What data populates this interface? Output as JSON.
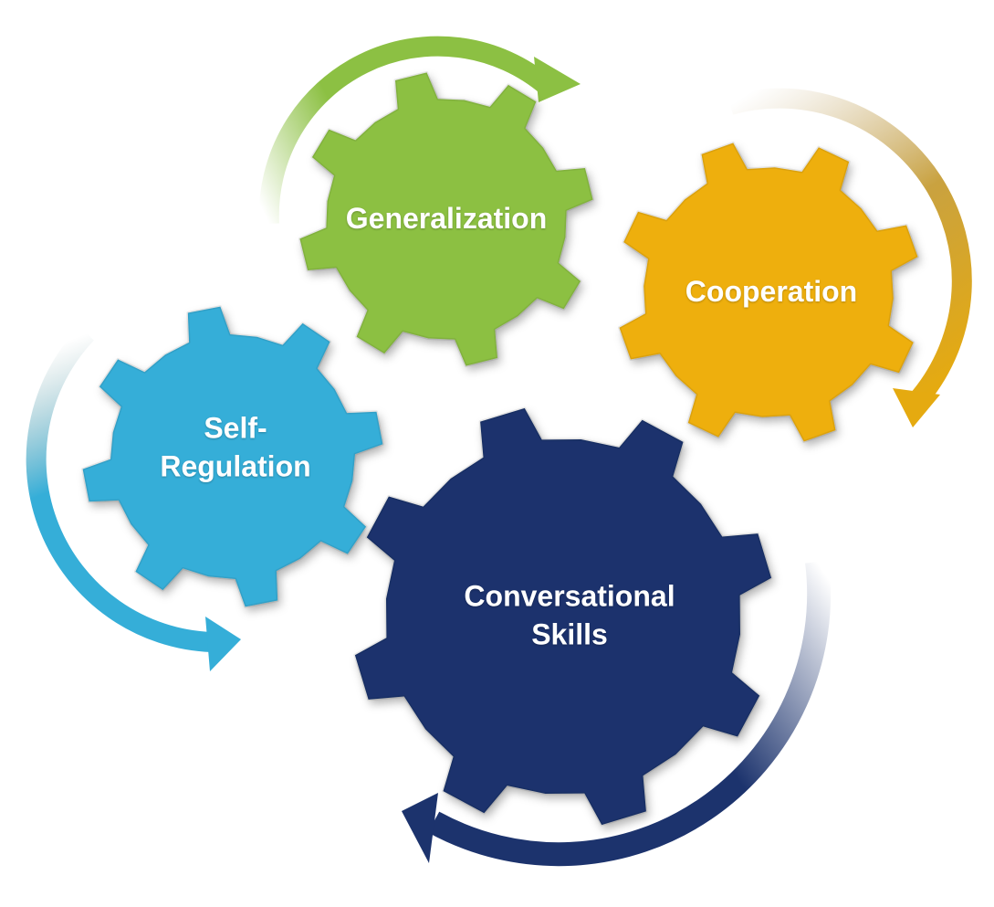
{
  "gears": [
    {
      "id": "generalization",
      "label": "Generalization",
      "color": "#8cc043"
    },
    {
      "id": "cooperation",
      "label": "Cooperation",
      "color": "#eeaf0a"
    },
    {
      "id": "self-regulation",
      "label_line1": "Self-",
      "label_line2": "Regulation",
      "color": "#35aed8"
    },
    {
      "id": "conversational-skills",
      "label_line1": "Conversational",
      "label_line2": "Skills",
      "color": "#1c336d"
    }
  ]
}
